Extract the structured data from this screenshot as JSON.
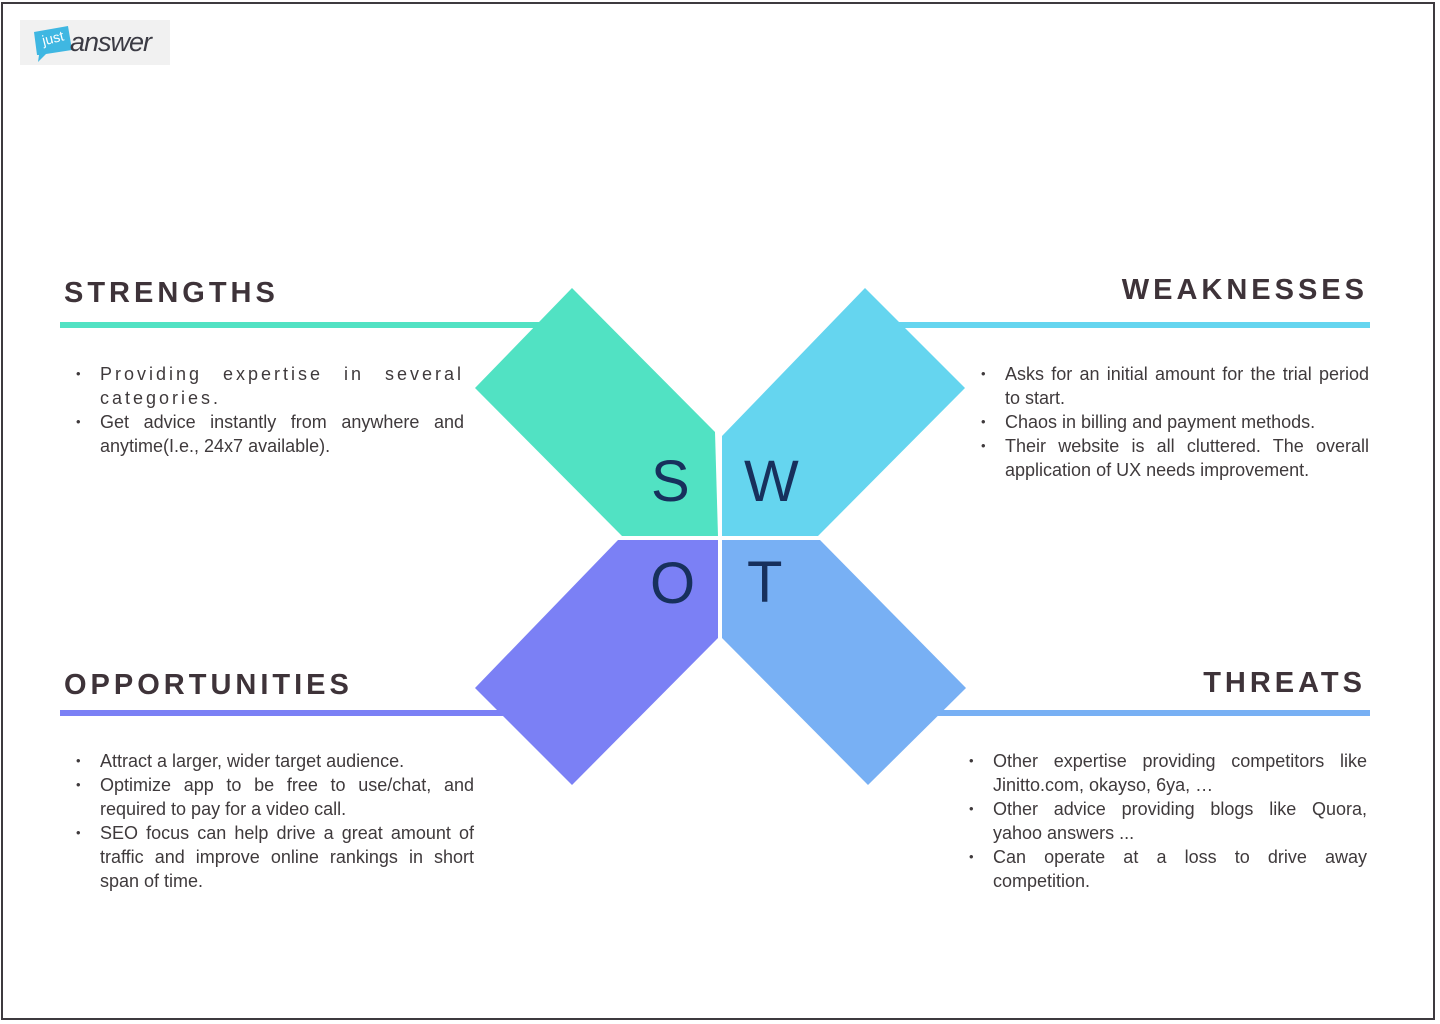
{
  "logo": {
    "small": "just",
    "word": "answer"
  },
  "swot": {
    "strengths": {
      "title": "STRENGTHS",
      "letter": "S",
      "color": "#51e2c3",
      "items": [
        "Providing expertise in several categories.",
        "Get advice instantly from anywhere and anytime(I.e., 24x7 available)."
      ]
    },
    "weaknesses": {
      "title": "WEAKNESSES",
      "letter": "W",
      "color": "#65d5ef",
      "items": [
        "Asks for an initial amount for the trial period to start.",
        "Chaos in billing and payment methods.",
        "Their website is all cluttered. The overall application of UX needs improvement."
      ]
    },
    "opportunities": {
      "title": "OPPORTUNITIES",
      "letter": "O",
      "color": "#7b80f5",
      "items": [
        "Attract a larger, wider target audience.",
        "Optimize app to be free to use/chat, and required to pay for a video call.",
        "SEO focus can help drive a great amount of traffic and improve online rankings in short span of time."
      ]
    },
    "threats": {
      "title": "THREATS",
      "letter": "T",
      "color": "#78b0f4",
      "items": [
        "Other expertise providing competitors like Jinitto.com, okayso, 6ya, …",
        "Other advice providing blogs like Quora, yahoo answers ...",
        "Can operate at a loss to drive away competition."
      ]
    }
  }
}
